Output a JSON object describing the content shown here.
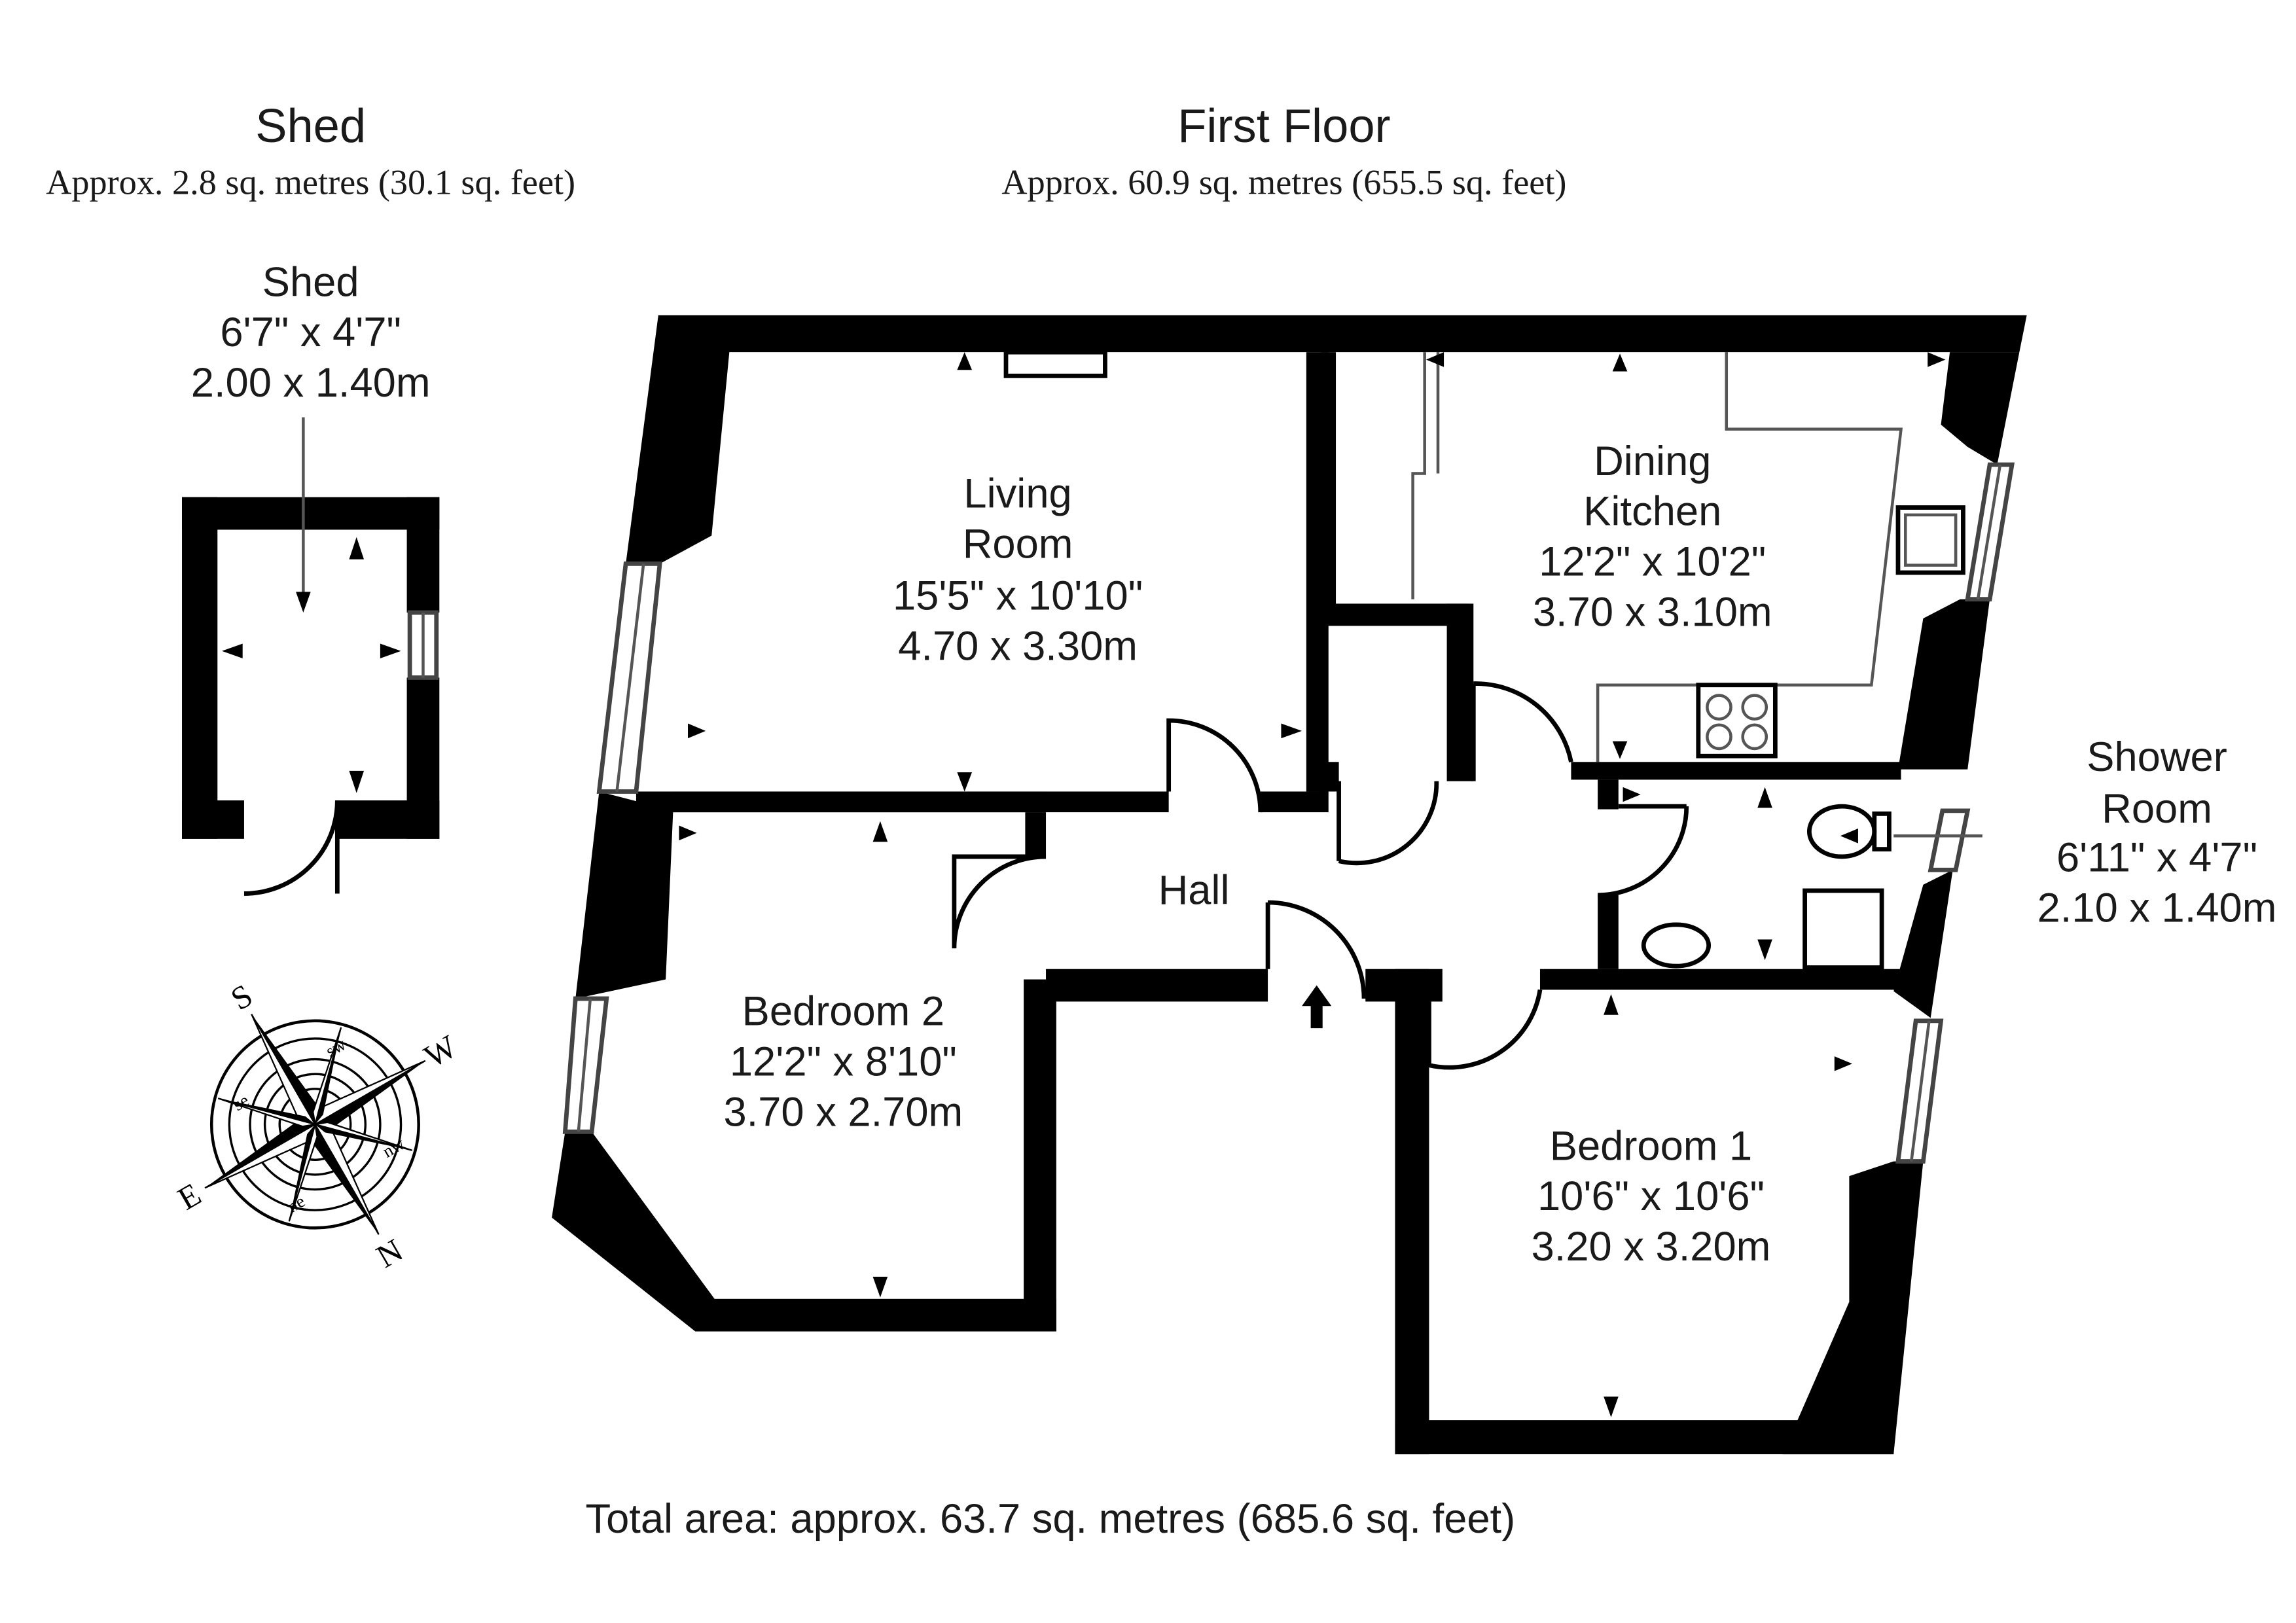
{
  "headers": {
    "shed": {
      "title": "Shed",
      "area": "Approx. 2.8 sq. metres (30.1 sq. feet)"
    },
    "first_floor": {
      "title": "First Floor",
      "area": "Approx. 60.9 sq. metres (655.5 sq. feet)"
    }
  },
  "rooms": {
    "shed": {
      "name": "Shed",
      "imperial": "6'7\" x 4'7\"",
      "metric": "2.00 x 1.40m"
    },
    "living_room": {
      "name_line1": "Living",
      "name_line2": "Room",
      "imperial": "15'5\" x 10'10\"",
      "metric": "4.70 x 3.30m"
    },
    "dining_kitchen": {
      "name_line1": "Dining",
      "name_line2": "Kitchen",
      "imperial": "12'2\" x 10'2\"",
      "metric": "3.70 x 3.10m"
    },
    "shower_room": {
      "name_line1": "Shower",
      "name_line2": "Room",
      "imperial": "6'11\" x 4'7\"",
      "metric": "2.10 x 1.40m"
    },
    "hall": {
      "name": "Hall"
    },
    "bedroom_2": {
      "name": "Bedroom 2",
      "imperial": "12'2\" x 8'10\"",
      "metric": "3.70 x 2.70m"
    },
    "bedroom_1": {
      "name": "Bedroom 1",
      "imperial": "10'6\" x 10'6\"",
      "metric": "3.20 x 3.20m"
    }
  },
  "compass": {
    "labels": {
      "n": "N",
      "s": "S",
      "e": "E",
      "w": "W",
      "ne": "ne",
      "nw": "nw",
      "se": "se",
      "sw": "sw"
    }
  },
  "total": "Total area: approx. 63.7 sq. metres (685.6 sq. feet)"
}
